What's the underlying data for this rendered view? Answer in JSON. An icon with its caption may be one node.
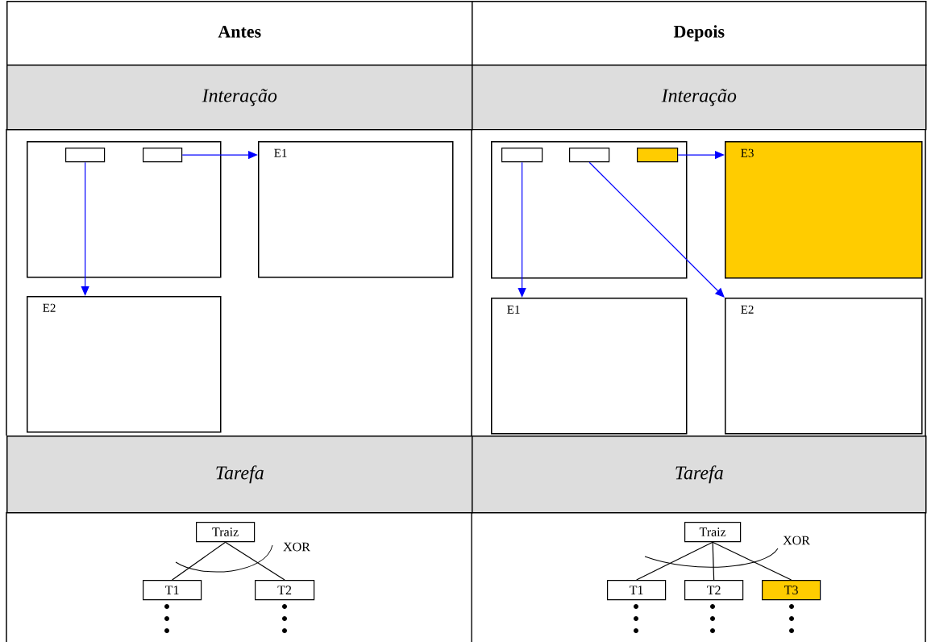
{
  "diagram": {
    "nodes": [
      {
        "text": [
          "Antes"
        ]
      },
      {
        "text": [
          "Depois"
        ]
      },
      {
        "text": [
          "Interação"
        ]
      },
      {
        "text": [
          "Interação"
        ]
      },
      {
        "text": [],
        "shape": "box"
      },
      {
        "text": [],
        "shape": "box",
        "in": 4
      },
      {
        "text": [],
        "shape": "box",
        "in": 4
      },
      {
        "text": [
          "E1"
        ]
      },
      {
        "text": [
          "E2"
        ]
      },
      {
        "text": [],
        "shape": "box"
      },
      {
        "text": [],
        "shape": "box",
        "in": 9
      },
      {
        "text": [],
        "shape": "box",
        "in": 9
      },
      {
        "text": [],
        "shape": "box",
        "in": 9
      },
      {
        "text": [
          "E3"
        ]
      },
      {
        "text": [
          "E1"
        ]
      },
      {
        "text": [
          "E2"
        ]
      },
      {
        "text": [
          "Tarefa"
        ]
      },
      {
        "text": [
          "Tarefa"
        ]
      },
      {
        "text": [
          "Traiz"
        ]
      },
      {
        "text": [
          "T1"
        ]
      },
      {
        "text": [
          "T2"
        ]
      },
      {
        "text": [
          "Traiz"
        ]
      },
      {
        "text": [
          "T1"
        ]
      },
      {
        "text": [
          "T2"
        ]
      },
      {
        "text": [
          "T3"
        ]
      }
    ],
    "edges": [
      {
        "from": 5,
        "to": 8,
        "arrow": "to",
        "color": "#0000ff"
      },
      {
        "from": 6,
        "to": 7,
        "arrow": "to",
        "color": "#0000ff"
      },
      {
        "from": 10,
        "to": 14,
        "arrow": "to",
        "color": "#0000ff"
      },
      {
        "from": 11,
        "to": 15,
        "arrow": "to",
        "color": "#0000ff"
      },
      {
        "from": 12,
        "to": 13,
        "arrow": "to",
        "color": "#0000ff"
      },
      {
        "from": 18,
        "to": 19,
        "arrow": "none",
        "color": "#000000"
      },
      {
        "from": 18,
        "to": 20,
        "arrow": "none",
        "color": "#000000"
      },
      {
        "from": 21,
        "to": 22,
        "arrow": "none",
        "color": "#000000"
      },
      {
        "from": 21,
        "to": 23,
        "arrow": "none",
        "color": "#000000"
      },
      {
        "from": 21,
        "to": 24,
        "arrow": "none",
        "color": "#000000"
      }
    ],
    "labels": [
      "XOR",
      "XOR"
    ]
  }
}
